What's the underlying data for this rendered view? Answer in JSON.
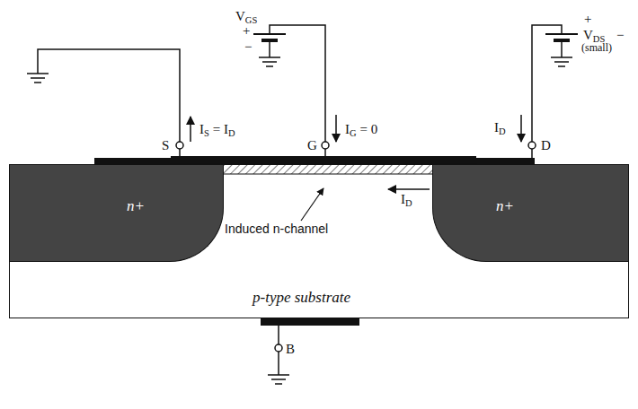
{
  "diagram": {
    "nodes": [
      {
        "text": [
          "p-type substrate"
        ]
      },
      {
        "text": [
          "n+"
        ],
        "in": 0
      },
      {
        "text": [
          "n+"
        ],
        "in": 0
      }
    ],
    "labels": [
      "V",
      "GS",
      "+",
      "−",
      "S",
      "I",
      "S",
      "= I",
      "D",
      "G",
      "I",
      "G",
      "= 0",
      "I",
      "D",
      "D",
      "V",
      "DS",
      "(small)",
      "+",
      "−",
      "I",
      "D",
      "Induced n-channel",
      "B"
    ]
  }
}
